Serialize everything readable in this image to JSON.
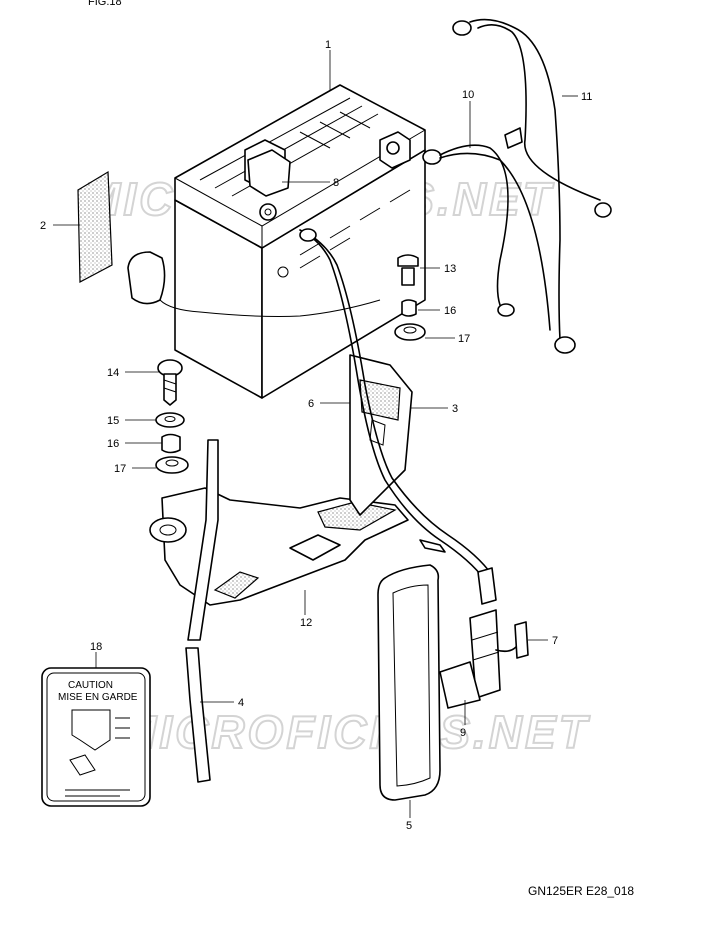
{
  "fig_label": "FIG.18",
  "watermark": "MICROFICHES.NET",
  "diagram_code": "GN125ER E28_018",
  "caution_label": {
    "line1": "CAUTION",
    "line2": "MISE EN GARDE"
  },
  "callouts": [
    {
      "id": "c1",
      "text": "1"
    },
    {
      "id": "c2",
      "text": "2"
    },
    {
      "id": "c3",
      "text": "3"
    },
    {
      "id": "c4",
      "text": "4"
    },
    {
      "id": "c5",
      "text": "5"
    },
    {
      "id": "c6",
      "text": "6"
    },
    {
      "id": "c7",
      "text": "7"
    },
    {
      "id": "c8",
      "text": "8"
    },
    {
      "id": "c9",
      "text": "9"
    },
    {
      "id": "c10",
      "text": "10"
    },
    {
      "id": "c11",
      "text": "11"
    },
    {
      "id": "c12",
      "text": "12"
    },
    {
      "id": "c13",
      "text": "13"
    },
    {
      "id": "c14",
      "text": "14"
    },
    {
      "id": "c15",
      "text": "15"
    },
    {
      "id": "c16a",
      "text": "16"
    },
    {
      "id": "c16b",
      "text": "16"
    },
    {
      "id": "c17a",
      "text": "17"
    },
    {
      "id": "c17b",
      "text": "17"
    },
    {
      "id": "c18",
      "text": "18"
    }
  ]
}
